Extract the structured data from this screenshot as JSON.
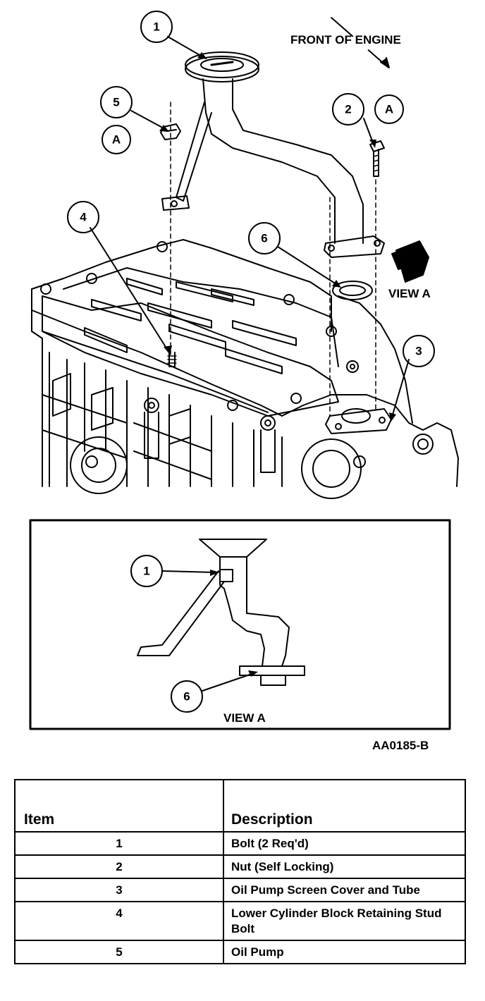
{
  "labels": {
    "front_of_engine": "FRONT OF ENGINE",
    "view_a": "VIEW A",
    "view_a_inset": "VIEW A",
    "figure_code": "AA0185-B"
  },
  "callouts": {
    "c1": "1",
    "c2": "2",
    "c3": "3",
    "c4": "4",
    "c5": "5",
    "c6": "6",
    "a1": "A",
    "a2": "A",
    "inset1": "1",
    "inset6": "6"
  },
  "table": {
    "headers": [
      "Item",
      "Description"
    ],
    "rows": [
      {
        "item": "1",
        "description": "Bolt (2 Req'd)"
      },
      {
        "item": "2",
        "description": "Nut (Self Locking)"
      },
      {
        "item": "3",
        "description": "Oil Pump Screen Cover and Tube"
      },
      {
        "item": "4",
        "description": "Lower Cylinder Block Retaining Stud Bolt"
      },
      {
        "item": "5",
        "description": "Oil Pump"
      }
    ]
  }
}
